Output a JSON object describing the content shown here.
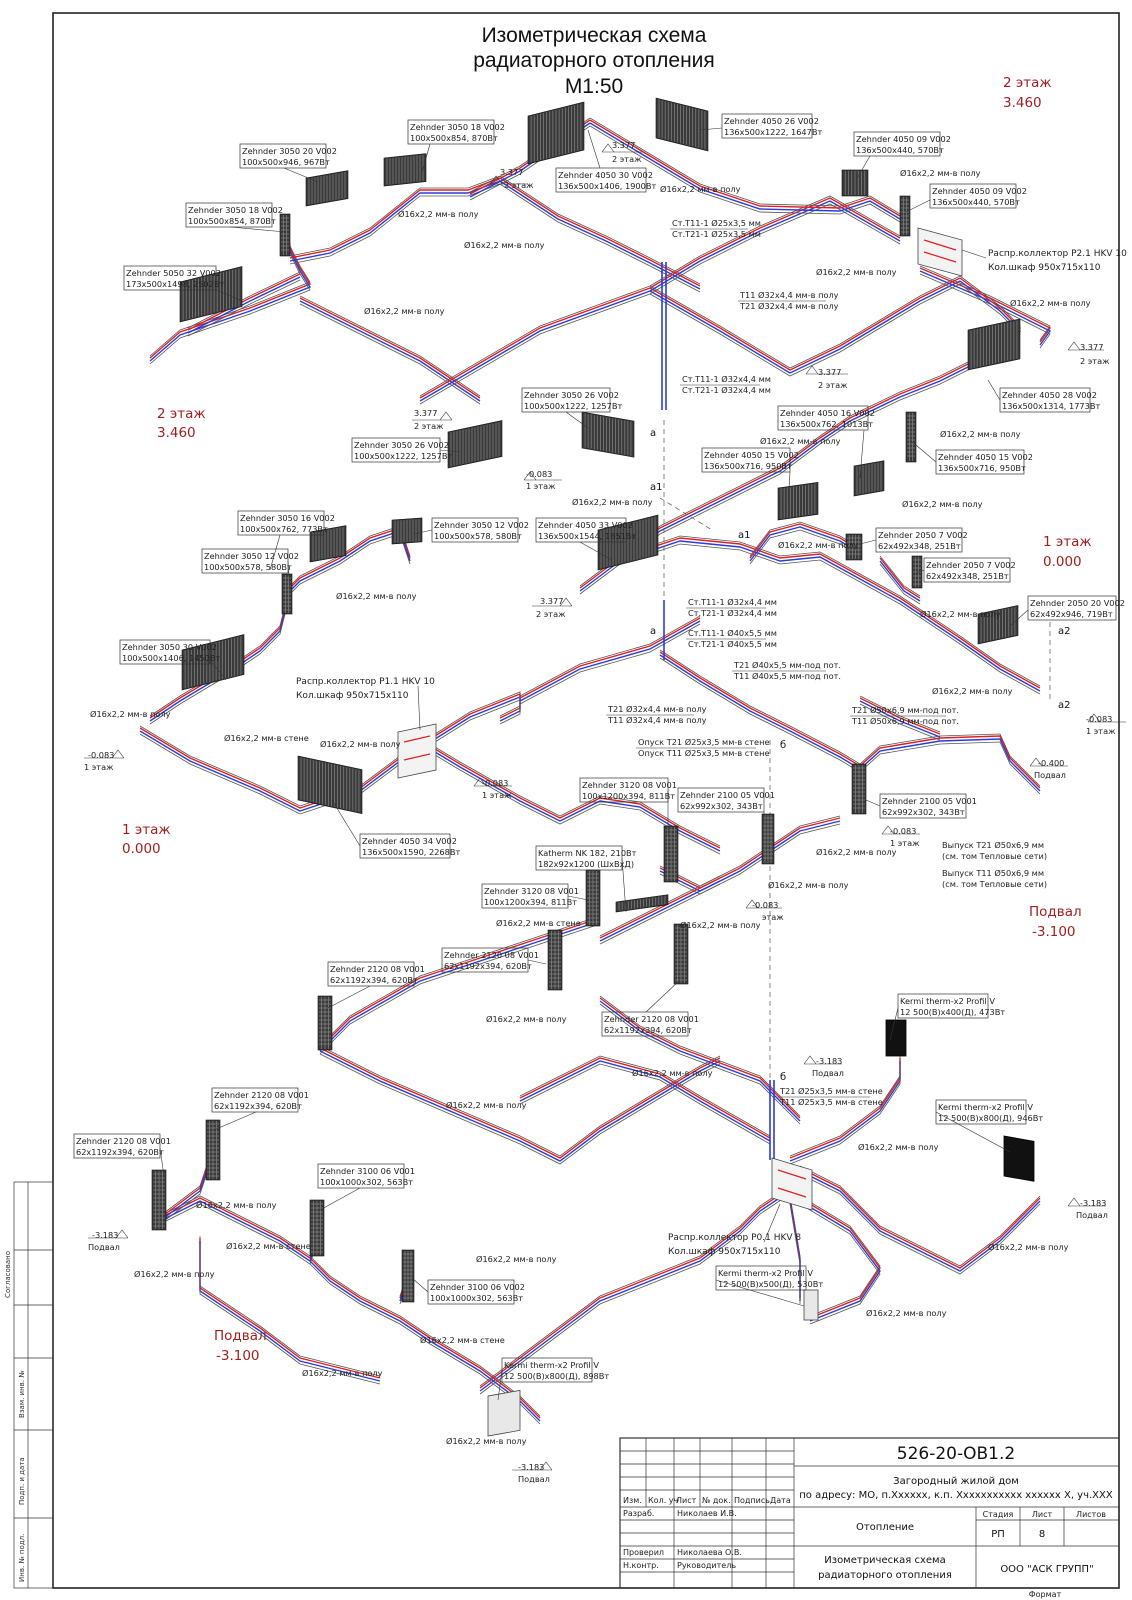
{
  "title": {
    "line1": "Изометрическая схема",
    "line2": "радиаторного отопления",
    "line3": "M1:50"
  },
  "levels": [
    {
      "name": "2 этаж",
      "value": "3.460"
    },
    {
      "name": "2 этаж",
      "value": "3.460"
    },
    {
      "name": "1 этаж",
      "value": "0.000"
    },
    {
      "name": "1 этаж",
      "value": "0.000"
    },
    {
      "name": "Подвал",
      "value": "-3.100"
    },
    {
      "name": "Подвал",
      "value": "-3.100"
    }
  ],
  "radiators": [
    {
      "model": "Zehnder 3050 18 V002",
      "spec": "100x500x854, 870Вт"
    },
    {
      "model": "Zehnder 3050 20 V002",
      "spec": "100x500x946, 967Вт"
    },
    {
      "model": "Zehnder 3050 18 V002",
      "spec": "100x500x854, 870Вт"
    },
    {
      "model": "Zehnder 5050 32 V002",
      "spec": "173x500x1498, 2502Вт"
    },
    {
      "model": "Zehnder 4050 26 V002",
      "spec": "136x500x1222, 1647Вт"
    },
    {
      "model": "Zehnder 4050 30 V002",
      "spec": "136x500x1406, 1900Вт"
    },
    {
      "model": "Zehnder 4050 09 V002",
      "spec": "136x500x440, 570Вт"
    },
    {
      "model": "Zehnder 4050 09 V002",
      "spec": "136x500x440, 570Вт"
    },
    {
      "model": "Zehnder 4050 28 V002",
      "spec": "136x500x1314, 1773Вт"
    },
    {
      "model": "Zehnder 3050 26 V002",
      "spec": "100x500x1222, 1257Вт"
    },
    {
      "model": "Zehnder 3050 26 V002",
      "spec": "100x500x1222, 1257Вт"
    },
    {
      "model": "Zehnder 4050 16 V002",
      "spec": "136x500x762, 1013Вт"
    },
    {
      "model": "Zehnder 4050 15 V002",
      "spec": "136x500x716, 950Вт"
    },
    {
      "model": "Zehnder 4050 15 V002",
      "spec": "136x500x716, 950Вт"
    },
    {
      "model": "Zehnder 3050 16 V002",
      "spec": "100x500x762, 773Вт"
    },
    {
      "model": "Zehnder 3050 12 V002",
      "spec": "100x500x578, 580Вт"
    },
    {
      "model": "Zehnder 3050 12 V002",
      "spec": "100x500x578, 580Вт"
    },
    {
      "model": "Zehnder 4050 33 V002",
      "spec": "136x500x1544, 1851Вт"
    },
    {
      "model": "Zehnder 2050 7 V002",
      "spec": "62x492x348, 251Вт"
    },
    {
      "model": "Zehnder 2050 7 V002",
      "spec": "62x492x348, 251Вт"
    },
    {
      "model": "Zehnder 2050 20 V002",
      "spec": "62x492x946, 719Вт"
    },
    {
      "model": "Zehnder 3050 30 V002",
      "spec": "100x500x1406, 1450Вт"
    },
    {
      "model": "Zehnder 4050 34 V002",
      "spec": "136x500x1590, 2268Вт"
    },
    {
      "model": "Zehnder 3120 08 V001",
      "spec": "100x1200x394, 811Вт"
    },
    {
      "model": "Zehnder 2100 05 V001",
      "spec": "62x992x302, 343Вт"
    },
    {
      "model": "Zehnder 2100 05 V001",
      "spec": "62x992x302, 343Вт"
    },
    {
      "model": "Katherm NK 182, 210Вт",
      "spec": "182x92x1200 (ШхВхД)"
    },
    {
      "model": "Zehnder 3120 08 V001",
      "spec": "100x1200x394, 811Вт"
    },
    {
      "model": "Zehnder 2120 08 V001",
      "spec": "62x1192x394, 620Вт"
    },
    {
      "model": "Zehnder 2120 08 V001",
      "spec": "62x1192x394, 620Вт"
    },
    {
      "model": "Zehnder 2120 08 V001",
      "spec": "62x1192x394, 620Вт"
    },
    {
      "model": "Zehnder 2120 08 V001",
      "spec": "62x1192x394, 620Вт"
    },
    {
      "model": "Zehnder 2120 08 V001",
      "spec": "62x1192x394, 620Вт"
    },
    {
      "model": "Zehnder 3100 06 V001",
      "spec": "100x1000x302, 563Вт"
    },
    {
      "model": "Zehnder 3100 06 V002",
      "spec": "100x1000x302, 563Вт"
    },
    {
      "model": "Kermi therm-x2 Profil V",
      "spec": "12 500(В)x400(Д), 473Вт"
    },
    {
      "model": "Kermi therm-x2 Profil V",
      "spec": "12 500(В)x800(Д), 946Вт"
    },
    {
      "model": "Kermi therm-x2 Profil V",
      "spec": "12 500(В)x500(Д), 530Вт"
    },
    {
      "model": "Kermi therm-x2 Profil V",
      "spec": "12 500(В)x800(Д), 898Вт"
    }
  ],
  "manifolds": [
    {
      "line1": "Распр.коллектор P2.1 HKV 10",
      "line2": "Кол.шкаф 950х715х110"
    },
    {
      "line1": "Распр.коллектор P1.1 HKV 10",
      "line2": "Кол.шкаф 950х715х110"
    },
    {
      "line1": "Распр.коллектор P0.1 HKV 8",
      "line2": "Кол.шкаф 950х715х110"
    }
  ],
  "pipe_notes": [
    "Ст.Т11-1 Ø25х3,5 мм",
    "Ст.Т21-1 Ø25х3,5 мм",
    "Т11 Ø32х4,4 мм-в полу",
    "Т21 Ø32х4,4 мм-в полу",
    "Ст.Т11-1 Ø32х4,4 мм",
    "Ст.Т21-1 Ø32х4,4 мм",
    "Ст.Т11-1 Ø32х4,4 мм",
    "Ст.Т21-1 Ø32х4,4 мм",
    "Ст.Т11-1 Ø40х5,5 мм",
    "Ст.Т21-1 Ø40х5,5 мм",
    "Т21 Ø40х5,5 мм-под пот.",
    "Т11 Ø40х5,5 мм-под пот.",
    "Т21 Ø32х4,4 мм-в полу",
    "Т11 Ø32х4,4 мм-в полу",
    "Т21 Ø50х6,9 мм-под пот.",
    "Т11 Ø50х6,9 мм-под пот.",
    "Опуск Т21 Ø25х3,5 мм-в стене",
    "Опуск Т11 Ø25х3,5 мм-в стене",
    "Выпуск Т21 Ø50х6,9 мм",
    "(см. том Тепловые сети)",
    "Выпуск Т11 Ø50х6,9 мм",
    "(см. том Тепловые сети)",
    "Т21 Ø25х3,5 мм-в стене",
    "Т11 Ø25х3,5 мм-в стене",
    "Ø16х2,2 мм-в полу",
    "Ø16х2,2 мм-в стене"
  ],
  "elevation_marks": [
    {
      "value": "3.377",
      "level": "2 этаж"
    },
    {
      "value": "3.377",
      "level": "2 этаж"
    },
    {
      "value": "3.377",
      "level": "2 этаж"
    },
    {
      "value": "3.377",
      "level": "2 этаж"
    },
    {
      "value": "3.377",
      "level": "2 этаж"
    },
    {
      "value": "3.377",
      "level": "2 этаж"
    },
    {
      "value": "-0.083",
      "level": "1 этаж"
    },
    {
      "value": "-0.083",
      "level": "1 этаж"
    },
    {
      "value": "-0.083",
      "level": "1 этаж"
    },
    {
      "value": "-0.083",
      "level": "1 этаж"
    },
    {
      "value": "-0.083",
      "level": "1 этаж"
    },
    {
      "value": "-0.083",
      "level": "этаж"
    },
    {
      "value": "-0.400",
      "level": "Подвал"
    },
    {
      "value": "-3.183",
      "level": "Подвал"
    },
    {
      "value": "-3.183",
      "level": "Подвал"
    },
    {
      "value": "-3.183",
      "level": "Подвал"
    },
    {
      "value": "-3.183",
      "level": "Подвал"
    }
  ],
  "riser_marks": [
    "а",
    "а1",
    "а1",
    "а",
    "а2",
    "а2",
    "б",
    "б"
  ],
  "title_block": {
    "doc_number": "526-20-ОВ1.2",
    "object_line1": "Загородный жилой дом",
    "object_line2": "по адресу: МО, п.Хххххх, к.п. Ххххххххххх хххххх Х, уч.ХХХ",
    "section": "Отопление",
    "drawing_line1": "Изометрическая схема",
    "drawing_line2": "радиаторного отопления",
    "company": "ООО \"АСК ГРУПП\"",
    "stage_label": "Стадия",
    "stage": "РП",
    "sheet_label": "Лист",
    "sheet": "8",
    "sheets_label": "Листов",
    "format_label": "Формат",
    "col_headers": [
      "Изм.",
      "Кол. уч",
      "Лист",
      "№ док.",
      "Подпись",
      "Дата"
    ],
    "roles": [
      {
        "role": "Разраб.",
        "name": "Николаев И.В."
      },
      {
        "role": "Проверил",
        "name": "Николаева О.В."
      },
      {
        "role": "Н.контр.",
        "name": "Руководитель"
      }
    ]
  },
  "side_stamp": [
    "Согласовано",
    "Взам. инв. №",
    "Подп. и дата",
    "Инв. № подл."
  ]
}
